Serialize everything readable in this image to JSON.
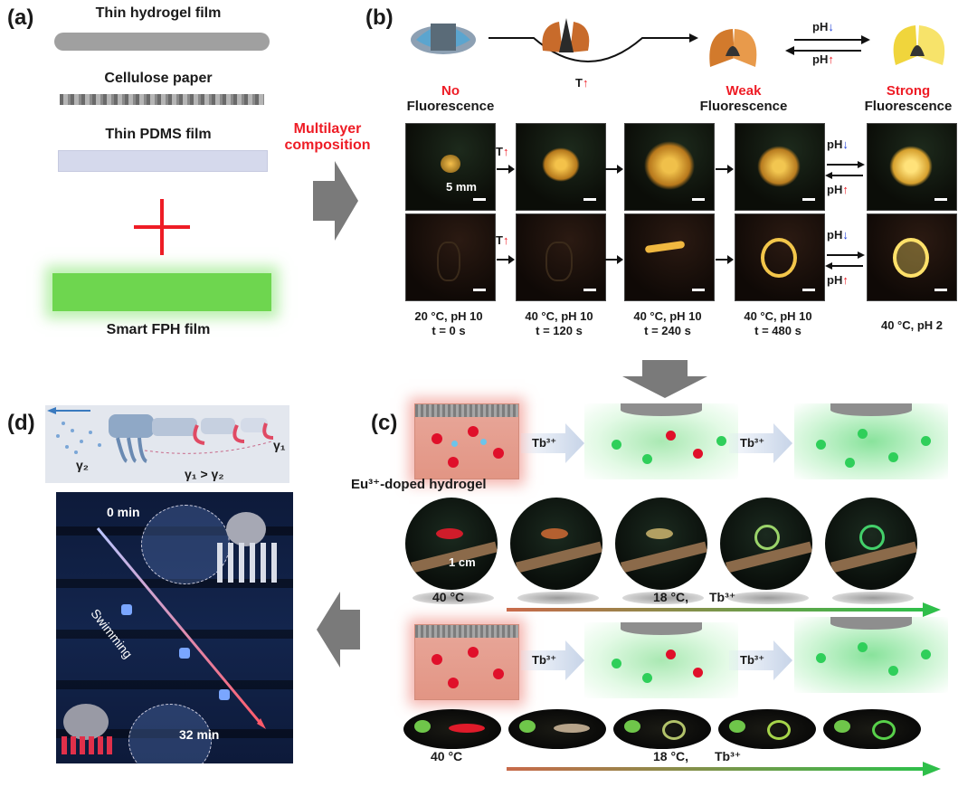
{
  "panels": {
    "a": "(a)",
    "b": "(b)",
    "c": "(c)",
    "d": "(d)"
  },
  "panel_a": {
    "layer1": "Thin hydrogel film",
    "layer2": "Cellulose paper",
    "layer3": "Thin PDMS film",
    "result": "Smart FPH film",
    "plus_symbol": "+",
    "arrow_text_line1": "Multilayer",
    "arrow_text_line2": "composition",
    "colors": {
      "hydrogel": "#9e9e9e",
      "pdms": "#d5d9ec",
      "fph": "#6ed64f",
      "plus": "#ee1c25",
      "accent_red": "#ee1c25"
    }
  },
  "panel_b": {
    "temp_label": "T",
    "ph_label": "pH",
    "states": [
      {
        "line1": "No",
        "line2": "Fluorescence"
      },
      {
        "line1": "Weak",
        "line2": "Fluorescence"
      },
      {
        "line1": "Strong",
        "line2": "Fluorescence"
      }
    ],
    "scale_label": "5 mm",
    "conditions": [
      {
        "line1": "20 °C, pH 10",
        "line2": "t = 0 s"
      },
      {
        "line1": "40 °C, pH 10",
        "line2": "t = 120 s"
      },
      {
        "line1": "40 °C, pH 10",
        "line2": "t = 240 s"
      },
      {
        "line1": "40 °C, pH 10",
        "line2": "t = 480 s"
      },
      {
        "line1": "40 °C, pH 2",
        "line2": ""
      }
    ]
  },
  "panel_c": {
    "tb_label": "Tb³⁺",
    "gel_label": "Eu³⁺-doped hydrogel",
    "scale_label": "1 cm",
    "row1_temp_start": "40 °C",
    "row1_temp_end": "18 °C,",
    "row1_tb": "Tb³⁺",
    "row2_temp_start": "40 °C",
    "row2_temp_end": "18 °C,",
    "row2_tb": "Tb³⁺"
  },
  "panel_d": {
    "gamma1": "γ₁",
    "gamma2": "γ₂",
    "relation": "γ₁ > γ₂",
    "time_start": "0 min",
    "time_end": "32 min",
    "motion_label": "Swimming"
  }
}
